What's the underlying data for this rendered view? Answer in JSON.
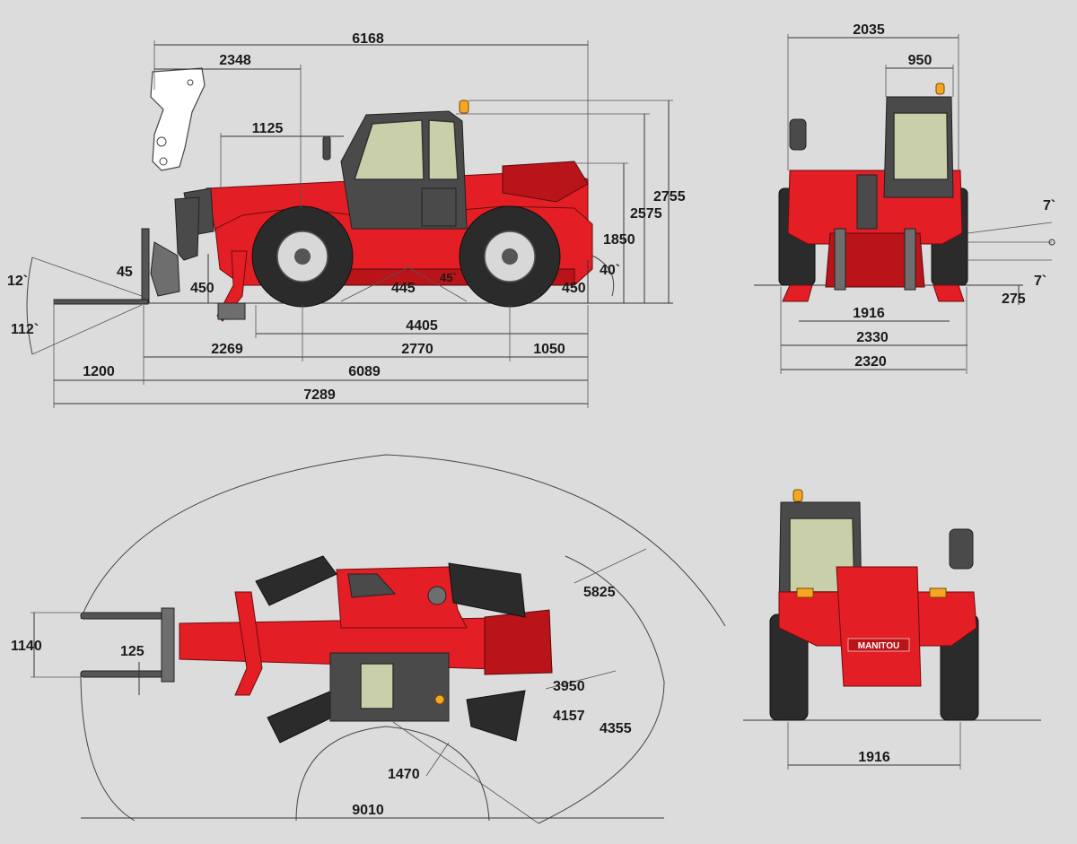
{
  "brand": "MANITOU",
  "side_view": {
    "overall_top": "6168",
    "front_to_axle_top": "2348",
    "cab_offset": "1125",
    "height_total": "2755",
    "height_cab": "2575",
    "height_boom": "1850",
    "fork_tilt_up": "12`",
    "fork_tilt_down": "112`",
    "fork_angle": "45",
    "stabiliser_height": "450",
    "ground_clearance": "445",
    "departure_small": "45`",
    "rear_height": "450",
    "departure_angle": "40`",
    "wheelbase": "4405",
    "front_overhang": "2269",
    "axle_to_axle": "2770",
    "rear_overhang": "1050",
    "fork_length": "1200",
    "length_to_fork_face": "6089",
    "overall_length": "7289"
  },
  "front_view": {
    "overall_width_top": "2035",
    "cab_width": "950",
    "angle_up": "7`",
    "angle_down": "7`",
    "stabiliser_lift": "275",
    "track": "1916",
    "width_wheels": "2330",
    "width_stabilisers": "2320"
  },
  "top_view": {
    "fork_spread": "1140",
    "fork_width": "125",
    "radius_outer": "5825",
    "radius_inner": "3950",
    "radius_body": "4157",
    "radius_wheels": "4355",
    "inner_turning": "1470",
    "overall_turning": "9010"
  },
  "rear_view": {
    "track": "1916"
  }
}
